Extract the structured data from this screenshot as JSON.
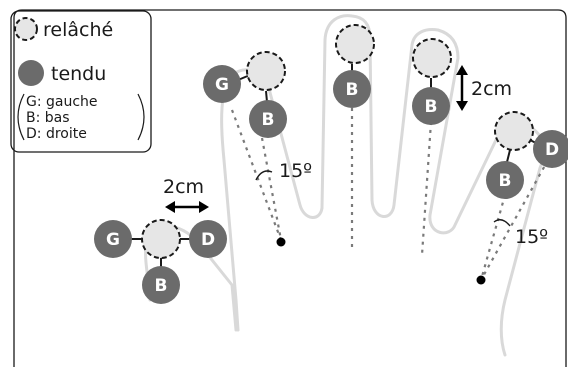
{
  "legend": {
    "relaxed_label": "relâché",
    "tense_label": "tendu",
    "key_g": "G: gauche",
    "key_b": "B: bas",
    "key_d": "D: droite"
  },
  "marker_letters": {
    "left": "G",
    "down": "B",
    "right": "D"
  },
  "measurements": {
    "horizontal_distance": "2cm",
    "vertical_distance": "2cm",
    "angle_index": "15º",
    "angle_pinky": "15º"
  },
  "colors": {
    "tense_marker": "#6b6b6b",
    "relaxed_marker": "#e6e6e6",
    "hand_outline": "#d9d9d9"
  }
}
